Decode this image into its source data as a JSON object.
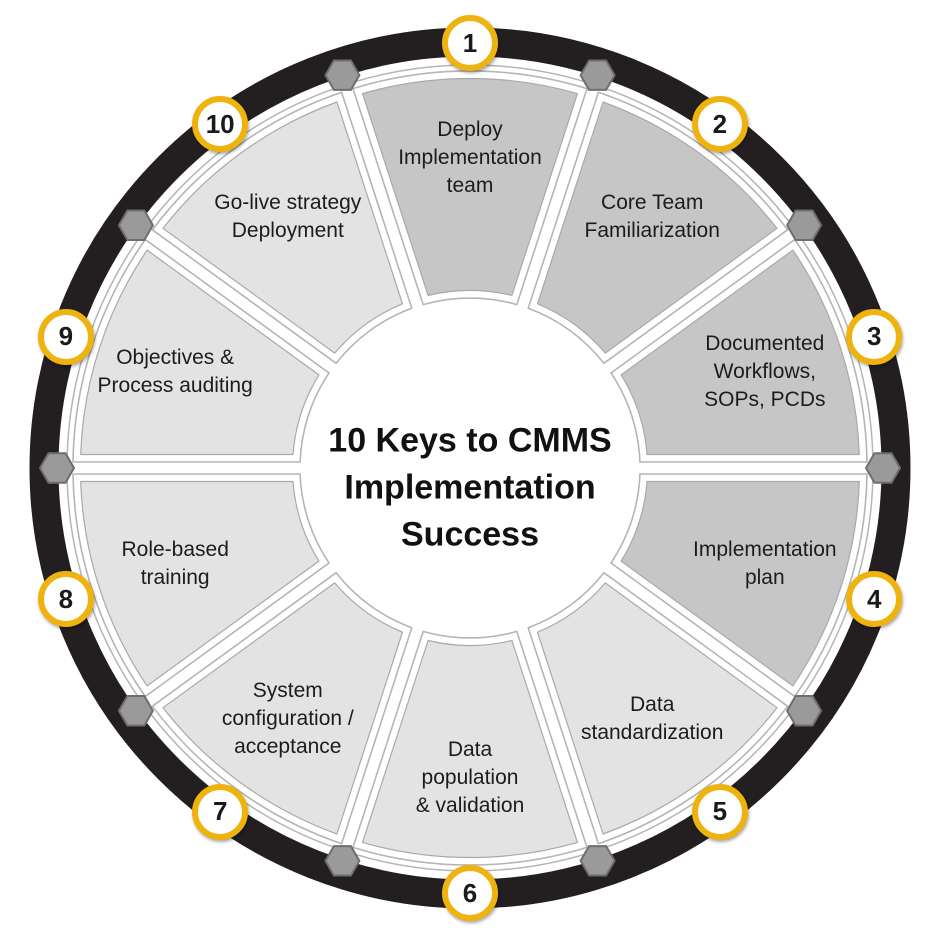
{
  "title": {
    "lines": [
      "10 Keys to CMMS",
      "Implementation",
      "Success"
    ]
  },
  "segments": [
    {
      "number": "1",
      "label_lines": [
        "Deploy",
        "Implementation",
        "team"
      ],
      "shade": "dark"
    },
    {
      "number": "2",
      "label_lines": [
        "Core Team",
        "Familiarization"
      ],
      "shade": "dark"
    },
    {
      "number": "3",
      "label_lines": [
        "Documented",
        "Workflows,",
        "SOPs, PCDs"
      ],
      "shade": "dark"
    },
    {
      "number": "4",
      "label_lines": [
        "Implementation",
        "plan"
      ],
      "shade": "dark"
    },
    {
      "number": "5",
      "label_lines": [
        "Data",
        "standardization"
      ],
      "shade": "light"
    },
    {
      "number": "6",
      "label_lines": [
        "Data",
        "population",
        "& validation"
      ],
      "shade": "light"
    },
    {
      "number": "7",
      "label_lines": [
        "System",
        "configuration /",
        "acceptance"
      ],
      "shade": "light"
    },
    {
      "number": "8",
      "label_lines": [
        "Role-based",
        "training"
      ],
      "shade": "light"
    },
    {
      "number": "9",
      "label_lines": [
        "Objectives &",
        "Process auditing"
      ],
      "shade": "light"
    },
    {
      "number": "10",
      "label_lines": [
        "Go-live strategy",
        "Deployment"
      ],
      "shade": "light"
    }
  ],
  "icons": {
    "marker": "hexagon-icon"
  },
  "colors": {
    "outer_ring": "#231f20",
    "badge_ring_gold": "#efb30f",
    "badge_fill": "#ffffff",
    "segment_dark_fill": "#c6c6c6",
    "segment_light_fill": "#e3e3e3",
    "plate_fill": "#ffffff",
    "plate_stroke": "#b5b5b5",
    "fill_stroke": "#a9a9a9",
    "hex_fill": "#9a9a9a",
    "hex_stroke": "#6e6e6e",
    "text": "#1c1c1c"
  }
}
